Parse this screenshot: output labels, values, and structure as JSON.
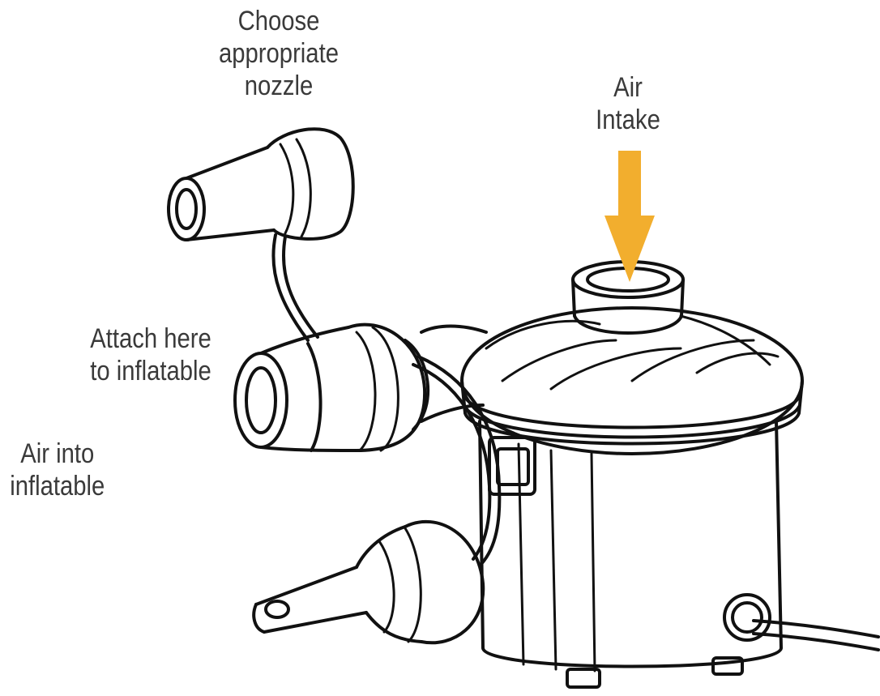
{
  "labels": {
    "nozzle": [
      "Choose",
      "appropriate",
      "nozzle"
    ],
    "intake": [
      "Air",
      "Intake"
    ],
    "attach": [
      "Attach here",
      "to inflatable"
    ],
    "air_into": [
      "Air into",
      "inflatable"
    ]
  },
  "colors": {
    "arrow": "#F2AE2E",
    "line": "#111111",
    "text": "#3a3a3a"
  }
}
